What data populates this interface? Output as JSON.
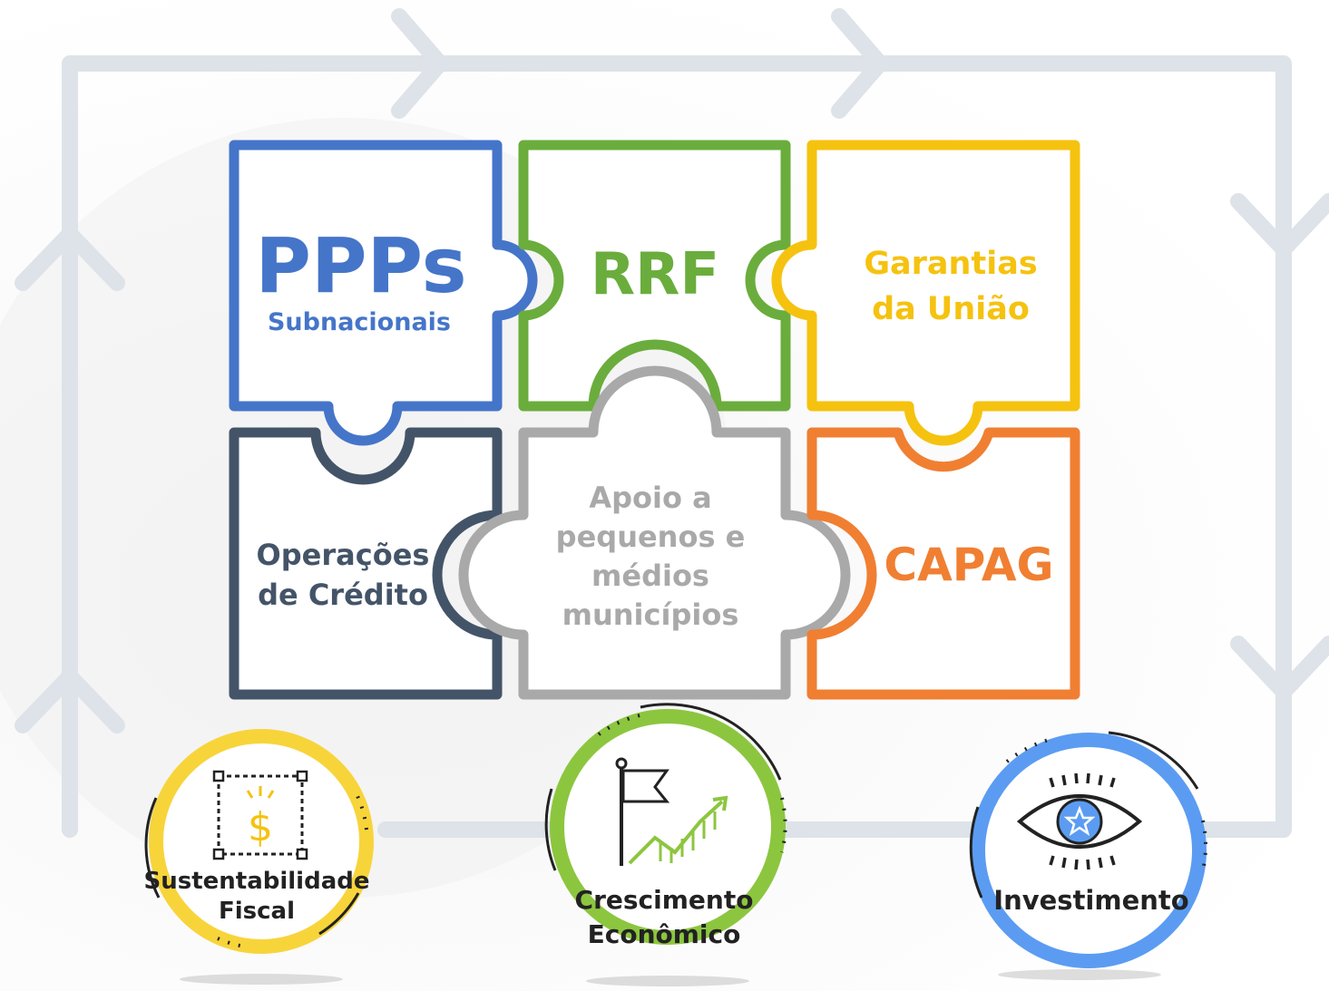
{
  "pieces": {
    "ppps": {
      "title": "PPPs",
      "subtitle": "Subnacionais",
      "color": "#4575c9"
    },
    "rrf": {
      "title": "RRF",
      "color": "#6aad3d"
    },
    "garantias": {
      "line1": "Garantias",
      "line2": "da União",
      "color": "#f5c20f"
    },
    "operacoes": {
      "line1": "Operações",
      "line2": "de Crédito",
      "color": "#445468"
    },
    "apoio": {
      "line1": "Apoio a",
      "line2": "pequenos e",
      "line3": "médios",
      "line4": "municípios",
      "color": "#a9a9a9"
    },
    "capag": {
      "title": "CAPAG",
      "color": "#f07f32"
    }
  },
  "outcomes": {
    "sustentabilidade": {
      "line1": "Sustentabilidade",
      "line2": "Fiscal",
      "icon": "dollar-icon",
      "color": "#f8d43b"
    },
    "crescimento": {
      "line1": "Crescimento",
      "line2": "Econômico",
      "icon": "flag-growth-icon",
      "color": "#8cc63f"
    },
    "investimento": {
      "line1": "Investimento",
      "icon": "eye-star-icon",
      "color": "#5b9cf2"
    }
  },
  "colors": {
    "cycle_arrow": "#dde3e8",
    "text_dark": "#222222"
  }
}
